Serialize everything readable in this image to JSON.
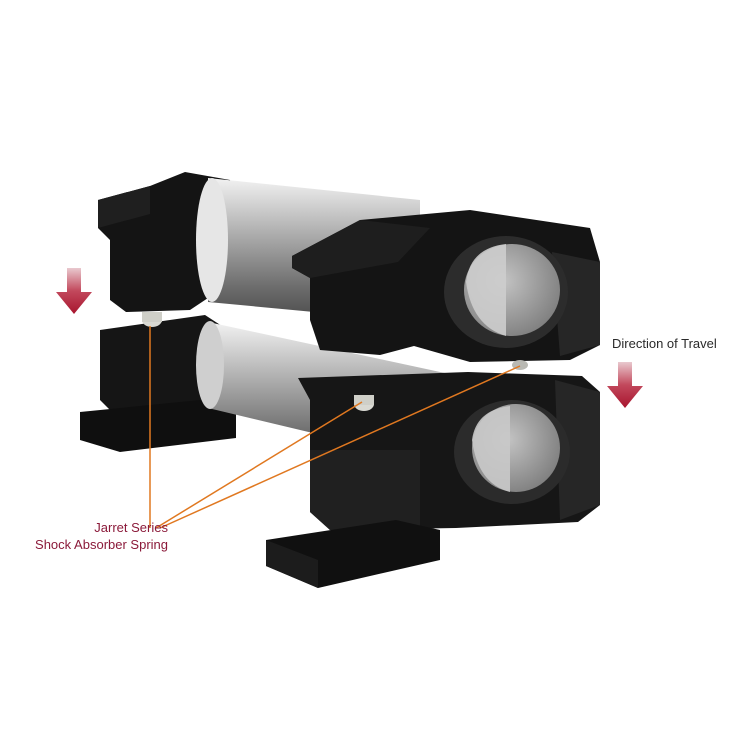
{
  "labels": {
    "direction": "Direction of Travel",
    "spring_line1": "Jarret Series",
    "spring_line2": "Shock Absorber Spring"
  },
  "icons": {
    "travel_arrow": "down-arrow-icon"
  },
  "colors": {
    "block": "#141414",
    "block_face": "#222222",
    "roller": "#8a8a8a",
    "roller_end": "#a6a6a6",
    "spring": "#d9d9d3",
    "leader_line": "#e07820",
    "arrow": "#a8152e",
    "label_spring": "#8b1a3a",
    "label_travel": "#2a2a2a"
  }
}
